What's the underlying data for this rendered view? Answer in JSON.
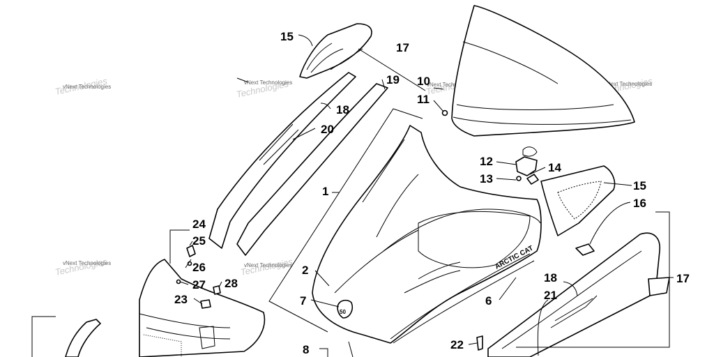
{
  "watermark": "vNext Technologies",
  "brand_label": "ARCTIC CAT",
  "badge_number": "50",
  "callouts": {
    "c1": "1",
    "c2": "2",
    "c6": "6",
    "c7": "7",
    "c8": "8",
    "c10": "10",
    "c11": "11",
    "c12": "12",
    "c13": "13",
    "c14": "14",
    "c15a": "15",
    "c15b": "15",
    "c16": "16",
    "c17a": "17",
    "c17b": "17",
    "c18a": "18",
    "c18b": "18",
    "c19": "19",
    "c20": "20",
    "c21": "21",
    "c22": "22",
    "c23": "23",
    "c24": "24",
    "c25": "25",
    "c26": "26",
    "c27": "27",
    "c28": "28"
  }
}
